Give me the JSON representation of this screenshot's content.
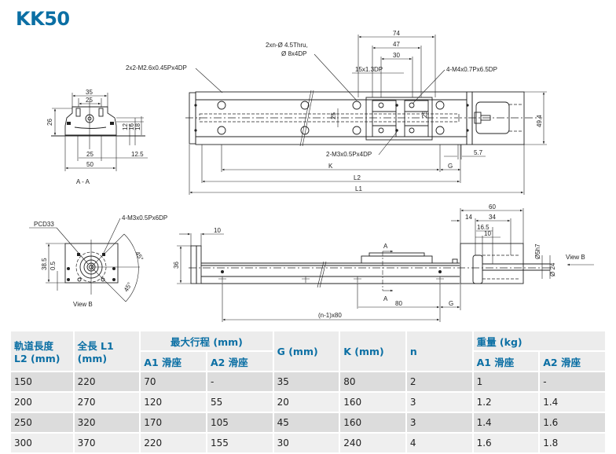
{
  "title": "KK50",
  "drawing": {
    "section_view": {
      "label": "A - A",
      "dims": {
        "top_outer": "35",
        "top_inner": "25",
        "height": "26",
        "h12": "12",
        "h16": "16",
        "h18": "18",
        "bottom_inner": "25",
        "bottom_offset": "12.5",
        "width": "50"
      }
    },
    "top_view": {
      "callouts": {
        "end_tap": "2x2-M2.6x0.45Px4DP",
        "thru_hole_1": "2xn-Ø 4.5Thru,",
        "thru_hole_2": "Ø 8x4DP",
        "counterbore": "15x1.3DP",
        "slider_tap": "4-M4x0.7Px6.5DP",
        "center_tap": "2-M3x0.5Px4DP"
      },
      "dims": {
        "d74": "74",
        "d47": "47",
        "d30": "30",
        "d25a": "25",
        "d25b": "25",
        "height": "49.4",
        "d57": "5.7",
        "K": "K",
        "G": "G",
        "L2": "L2",
        "L1": "L1"
      }
    },
    "view_b": {
      "label": "View B",
      "callouts": {
        "pcd": "PCD33",
        "tap": "4-M3x0.5Px6DP"
      },
      "dims": {
        "h385": "38.5",
        "h05": "0.5",
        "a1": "45°",
        "a2": "45°"
      }
    },
    "side_view": {
      "dims": {
        "d10": "10",
        "h36": "36",
        "d80": "80",
        "pitch": "(n-1)x80",
        "G": "G",
        "d60": "60",
        "d14": "14",
        "d34": "34",
        "d165": "16.5",
        "d10b": "10",
        "shaft": "Ø5h7",
        "flange": "Ø 24"
      },
      "section_mark": "A",
      "view_arrow": "View B"
    }
  },
  "table": {
    "headers": {
      "rail_length_1": "軌道長度",
      "rail_length_2": "L2 (mm)",
      "total_length_1": "全長 L1",
      "total_length_2": "(mm)",
      "max_stroke": "最大行程 (mm)",
      "g": "G (mm)",
      "k": "K (mm)",
      "n": "n",
      "weight": "重量 (kg)",
      "a1": "A1 滑座",
      "a2": "A2 滑座",
      "wa1": "A1 滑座",
      "wa2": "A2 滑座"
    },
    "rows": [
      {
        "l2": "150",
        "l1": "220",
        "s_a1": "70",
        "s_a2": "-",
        "g": "35",
        "k": "80",
        "n": "2",
        "w_a1": "1",
        "w_a2": "-"
      },
      {
        "l2": "200",
        "l1": "270",
        "s_a1": "120",
        "s_a2": "55",
        "g": "20",
        "k": "160",
        "n": "3",
        "w_a1": "1.2",
        "w_a2": "1.4"
      },
      {
        "l2": "250",
        "l1": "320",
        "s_a1": "170",
        "s_a2": "105",
        "g": "45",
        "k": "160",
        "n": "3",
        "w_a1": "1.4",
        "w_a2": "1.6"
      },
      {
        "l2": "300",
        "l1": "370",
        "s_a1": "220",
        "s_a2": "155",
        "g": "30",
        "k": "240",
        "n": "4",
        "w_a1": "1.6",
        "w_a2": "1.8"
      }
    ]
  },
  "colors": {
    "accent": "#0b6fa4",
    "row_dark": "#dcdcdc",
    "row_light": "#efefef",
    "header_bg": "#ececec"
  }
}
